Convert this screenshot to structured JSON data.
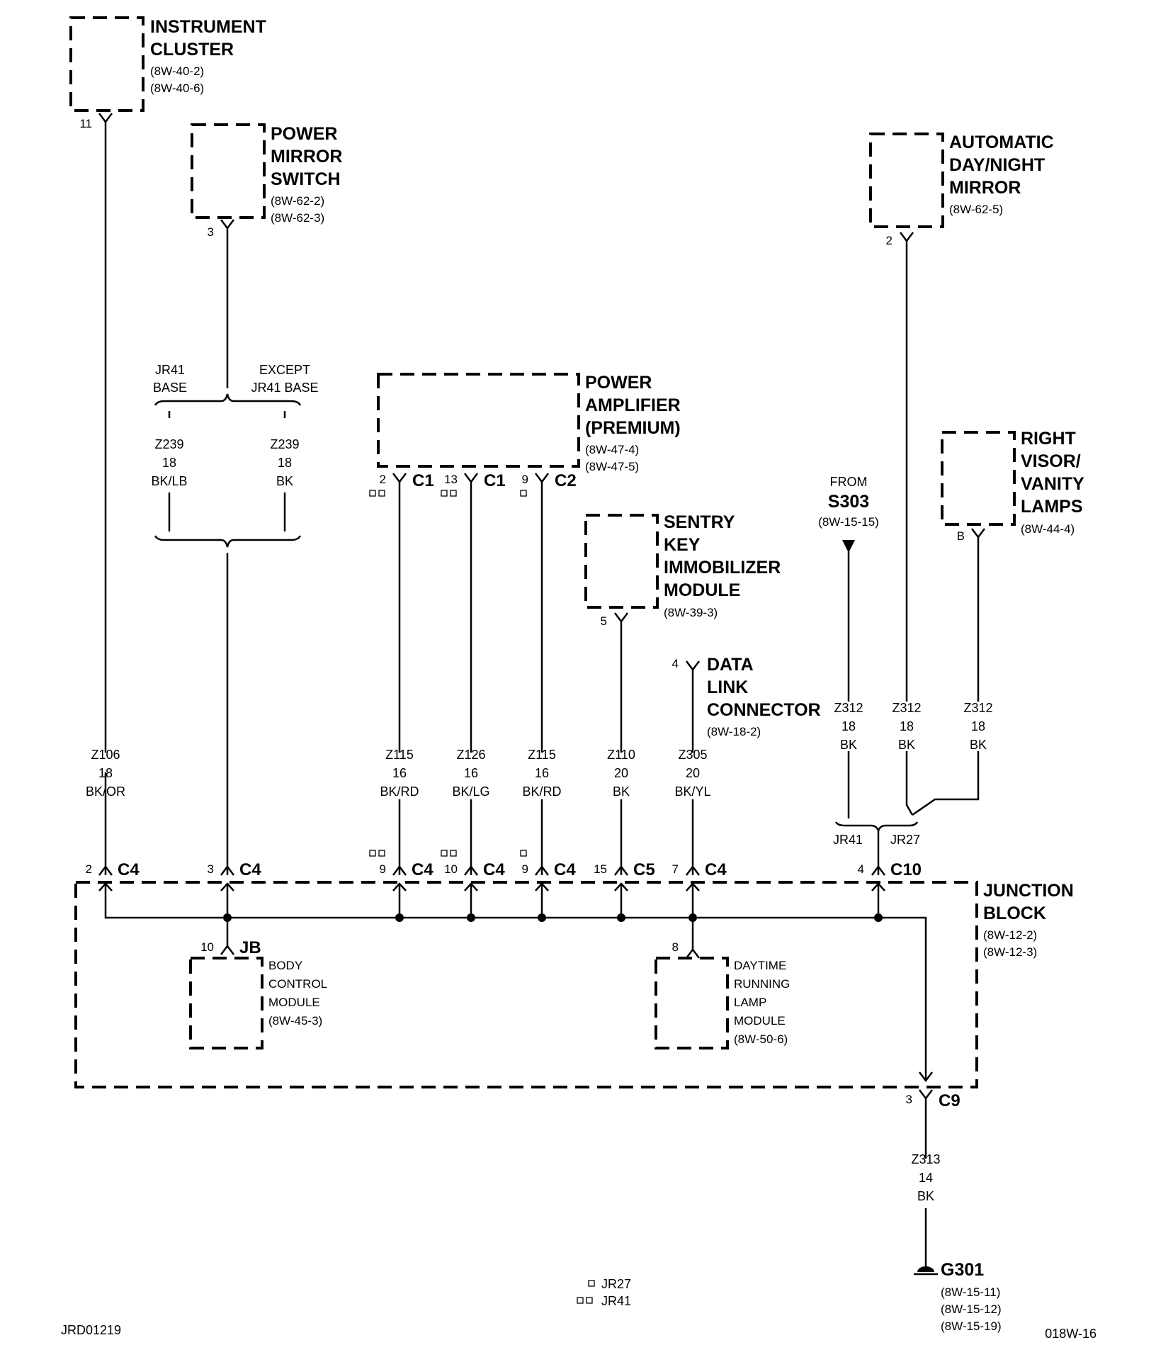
{
  "components": {
    "instrument_cluster": {
      "title": [
        "INSTRUMENT",
        "CLUSTER"
      ],
      "refs": [
        "(8W-40-2)",
        "(8W-40-6)"
      ]
    },
    "power_mirror_switch": {
      "title": [
        "POWER",
        "MIRROR",
        "SWITCH"
      ],
      "refs": [
        "(8W-62-2)",
        "(8W-62-3)"
      ]
    },
    "auto_day_night_mirror": {
      "title": [
        "AUTOMATIC",
        "DAY/NIGHT",
        "MIRROR"
      ],
      "refs": [
        "(8W-62-5)"
      ]
    },
    "power_amplifier": {
      "title": [
        "POWER",
        "AMPLIFIER",
        "(PREMIUM)"
      ],
      "refs": [
        "(8W-47-4)",
        "(8W-47-5)"
      ]
    },
    "right_visor_lamps": {
      "title": [
        "RIGHT",
        "VISOR/",
        "VANITY",
        "LAMPS"
      ],
      "refs": [
        "(8W-44-4)"
      ]
    },
    "sentry_key": {
      "title": [
        "SENTRY",
        "KEY",
        "IMMOBILIZER",
        "MODULE"
      ],
      "refs": [
        "(8W-39-3)"
      ]
    },
    "data_link": {
      "title": [
        "DATA",
        "LINK",
        "CONNECTOR"
      ],
      "refs": [
        "(8W-18-2)"
      ]
    },
    "junction_block": {
      "title": [
        "JUNCTION",
        "BLOCK"
      ],
      "refs": [
        "(8W-12-2)",
        "(8W-12-3)"
      ]
    },
    "body_control": {
      "lines": [
        "BODY",
        "CONTROL",
        "MODULE",
        "(8W-45-3)"
      ]
    },
    "drl_module": {
      "lines": [
        "DAYTIME",
        "RUNNING",
        "LAMP",
        "MODULE",
        "(8W-50-6)"
      ]
    },
    "ground": {
      "title": "G301",
      "refs": [
        "(8W-15-11)",
        "(8W-15-12)",
        "(8W-15-19)"
      ]
    },
    "from_splice": {
      "label": "FROM",
      "splice": "S303",
      "ref": "(8W-15-15)"
    }
  },
  "variants": {
    "jr41_base": [
      "JR41",
      "BASE"
    ],
    "except_jr41_base": [
      "EXCEPT",
      "JR41 BASE"
    ],
    "jr41": "JR41",
    "jr27": "JR27"
  },
  "pins": {
    "ic": "11",
    "pms": "3",
    "adn": "2",
    "rvl": "B",
    "sentry": "5",
    "dlc": "4",
    "amp1": "2",
    "amp2": "13",
    "amp3": "9",
    "jb_c4_a": "2",
    "jb_c4_b": "3",
    "jb_c4_c": "9",
    "jb_c4_d": "10",
    "jb_c4_e": "9",
    "jb_c5": "15",
    "jb_c4_f": "7",
    "jb_c10": "4",
    "jb_c9": "3",
    "bcm": "10",
    "drl": "8"
  },
  "connectors": {
    "amp1": "C1",
    "amp2": "C1",
    "amp3": "C2",
    "jb_c4_a": "C4",
    "jb_c4_b": "C4",
    "jb_c4_c": "C4",
    "jb_c4_d": "C4",
    "jb_c4_e": "C4",
    "jb_c5": "C5",
    "jb_c4_f": "C4",
    "jb_c10": "C10",
    "jb_c9": "C9",
    "bcm": "JB"
  },
  "wires": {
    "z106": [
      "Z106",
      "18",
      "BK/OR"
    ],
    "z239_lb": [
      "Z239",
      "18",
      "BK/LB"
    ],
    "z239_bk": [
      "Z239",
      "18",
      "BK"
    ],
    "z115_a": [
      "Z115",
      "16",
      "BK/RD"
    ],
    "z126": [
      "Z126",
      "16",
      "BK/LG"
    ],
    "z115_b": [
      "Z115",
      "16",
      "BK/RD"
    ],
    "z110": [
      "Z110",
      "20",
      "BK"
    ],
    "z305": [
      "Z305",
      "20",
      "BK/YL"
    ],
    "z312_a": [
      "Z312",
      "18",
      "BK"
    ],
    "z312_b": [
      "Z312",
      "18",
      "BK"
    ],
    "z312_c": [
      "Z312",
      "18",
      "BK"
    ],
    "z313": [
      "Z313",
      "14",
      "BK"
    ]
  },
  "legend": {
    "jr27": "JR27",
    "jr41": "JR41"
  },
  "footer": {
    "left": "JRD01219",
    "right": "018W-16"
  }
}
